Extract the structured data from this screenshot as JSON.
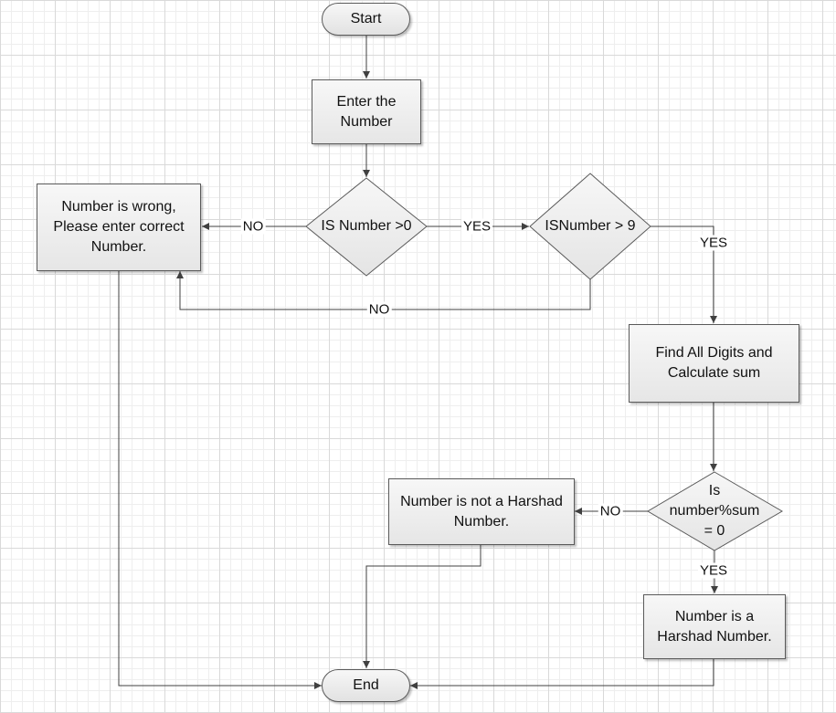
{
  "nodes": {
    "start": "Start",
    "enter_number": [
      "Enter the",
      "Number"
    ],
    "decision_positive": "IS Number >0",
    "wrong_number": [
      "Number is wrong,",
      "Please enter correct",
      "Number."
    ],
    "decision_greater_nine": "ISNumber > 9",
    "find_digits": [
      "Find All Digits and",
      "Calculate sum"
    ],
    "decision_divisible": [
      "Is",
      "number%sum",
      "= 0"
    ],
    "not_harshad": [
      "Number is not a Harshad",
      "Number."
    ],
    "is_harshad": [
      "Number is a",
      "Harshad Number."
    ],
    "end": "End"
  },
  "edge_labels": {
    "positive_no": "NO",
    "positive_yes": "YES",
    "greater_nine_yes": "YES",
    "greater_nine_no": "NO",
    "divisible_no": "NO",
    "divisible_yes": "YES"
  },
  "colors": {
    "shape_fill_top": "#f7f7f7",
    "shape_fill_bottom": "#e4e4e4",
    "stroke": "#5a5a5a",
    "connector": "#404040"
  }
}
